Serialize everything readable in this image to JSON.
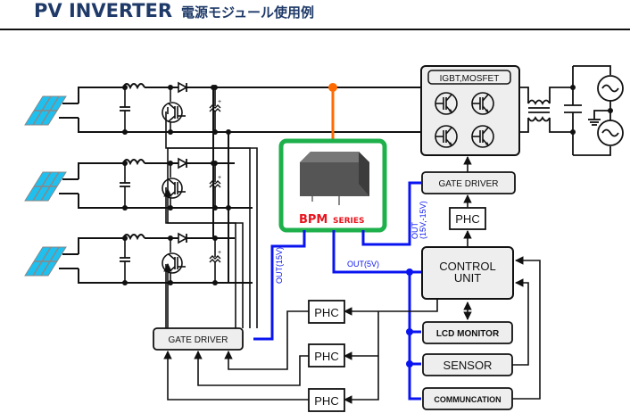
{
  "header": {
    "title_en": "PV INVERTER",
    "title_jp": "電源モジュール使用例"
  },
  "diagram": {
    "module": {
      "name": "BPM",
      "series": "SERIES",
      "border_color": "#1db04b",
      "label_color": "#e8141e"
    },
    "power_stage": {
      "label": "IGBT,MOSFET"
    },
    "blocks": {
      "gate_driver_top": "GATE DRIVER",
      "gate_driver_left": "GATE DRIVER",
      "phc_top": "PHC",
      "control_unit_line1": "CONTROL",
      "control_unit_line2": "UNIT",
      "lcd_monitor": "LCD MONITOR",
      "sensor": "SENSOR",
      "communication": "COMMUNCATION",
      "phc_1": "PHC",
      "phc_2": "PHC",
      "phc_3": "PHC"
    },
    "wire_labels": {
      "out_15v": "OUT(15V)",
      "out_5v": "OUT(5V)",
      "out_pm15v_line1": "OUT",
      "out_pm15v_line2": "(15V,-15V)"
    },
    "colors": {
      "power_line": "#111111",
      "dc_bus_tap": "#ff6a00",
      "supply_line": "#0a14f0",
      "panel_fill": "#1ec0f0",
      "block_fill": "#eeeeee"
    }
  }
}
